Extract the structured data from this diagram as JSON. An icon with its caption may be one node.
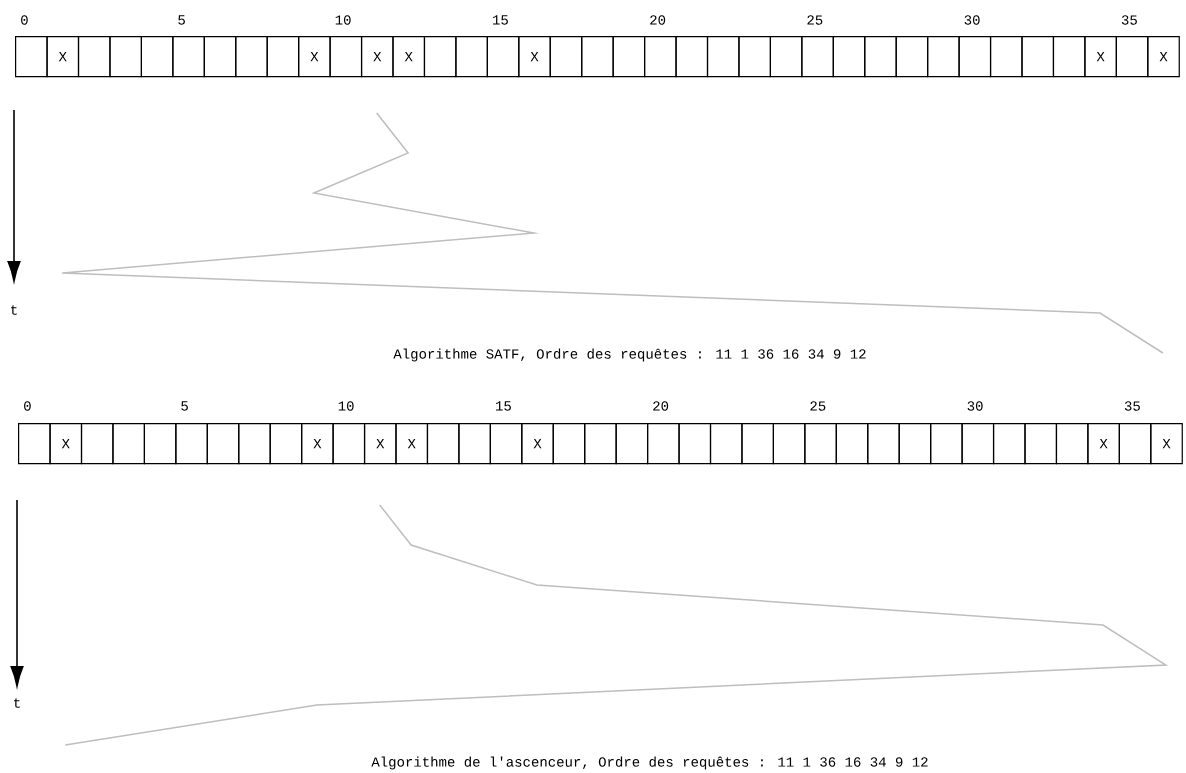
{
  "diagram": {
    "nodes": [
      {
        "text": [],
        "shape": "box"
      },
      {
        "text": [
          "X"
        ]
      },
      {
        "text": [],
        "shape": "box"
      },
      {
        "text": [],
        "shape": "box"
      },
      {
        "text": [],
        "shape": "box"
      },
      {
        "text": [],
        "shape": "box"
      },
      {
        "text": [],
        "shape": "box"
      },
      {
        "text": [],
        "shape": "box"
      },
      {
        "text": [],
        "shape": "box"
      },
      {
        "text": [
          "X"
        ]
      },
      {
        "text": [],
        "shape": "box"
      },
      {
        "text": [
          "X"
        ]
      },
      {
        "text": [
          "X"
        ]
      },
      {
        "text": [],
        "shape": "box"
      },
      {
        "text": [],
        "shape": "box"
      },
      {
        "text": [],
        "shape": "box"
      },
      {
        "text": [
          "X"
        ]
      },
      {
        "text": [],
        "shape": "box"
      },
      {
        "text": [],
        "shape": "box"
      },
      {
        "text": [],
        "shape": "box"
      },
      {
        "text": [],
        "shape": "box"
      },
      {
        "text": [],
        "shape": "box"
      },
      {
        "text": [],
        "shape": "box"
      },
      {
        "text": [],
        "shape": "box"
      },
      {
        "text": [],
        "shape": "box"
      },
      {
        "text": [],
        "shape": "box"
      },
      {
        "text": [],
        "shape": "box"
      },
      {
        "text": [],
        "shape": "box"
      },
      {
        "text": [],
        "shape": "box"
      },
      {
        "text": [],
        "shape": "box"
      },
      {
        "text": [],
        "shape": "box"
      },
      {
        "text": [],
        "shape": "box"
      },
      {
        "text": [],
        "shape": "box"
      },
      {
        "text": [],
        "shape": "box"
      },
      {
        "text": [
          "X"
        ]
      },
      {
        "text": [],
        "shape": "box"
      },
      {
        "text": [
          "X"
        ]
      },
      {
        "text": [],
        "shape": "box"
      },
      {
        "text": [
          "X"
        ]
      },
      {
        "text": [],
        "shape": "box"
      },
      {
        "text": [],
        "shape": "box"
      },
      {
        "text": [],
        "shape": "box"
      },
      {
        "text": [],
        "shape": "box"
      },
      {
        "text": [],
        "shape": "box"
      },
      {
        "text": [],
        "shape": "box"
      },
      {
        "text": [],
        "shape": "box"
      },
      {
        "text": [
          "X"
        ]
      },
      {
        "text": [],
        "shape": "box"
      },
      {
        "text": [
          "X"
        ]
      },
      {
        "text": [
          "X"
        ]
      },
      {
        "text": [],
        "shape": "box"
      },
      {
        "text": [],
        "shape": "box"
      },
      {
        "text": [],
        "shape": "box"
      },
      {
        "text": [
          "X"
        ]
      },
      {
        "text": [],
        "shape": "box"
      },
      {
        "text": [],
        "shape": "box"
      },
      {
        "text": [],
        "shape": "box"
      },
      {
        "text": [],
        "shape": "box"
      },
      {
        "text": [],
        "shape": "box"
      },
      {
        "text": [],
        "shape": "box"
      },
      {
        "text": [],
        "shape": "box"
      },
      {
        "text": [],
        "shape": "box"
      },
      {
        "text": [],
        "shape": "box"
      },
      {
        "text": [],
        "shape": "box"
      },
      {
        "text": [],
        "shape": "box"
      },
      {
        "text": [],
        "shape": "box"
      },
      {
        "text": [],
        "shape": "box"
      },
      {
        "text": [],
        "shape": "box"
      },
      {
        "text": [],
        "shape": "box"
      },
      {
        "text": [],
        "shape": "box"
      },
      {
        "text": [],
        "shape": "box"
      },
      {
        "text": [
          "X"
        ]
      },
      {
        "text": [],
        "shape": "box"
      },
      {
        "text": [
          "X"
        ]
      }
    ],
    "labels": [
      "0",
      "5",
      "10",
      "15",
      "20",
      "25",
      "30",
      "35",
      "t",
      "Algorithme SATF, Ordre des requêtes : 11 1 36 16 34 9 12",
      "0",
      "5",
      "10",
      "15",
      "20",
      "25",
      "30",
      "35",
      "t",
      "Algorithme de l'ascenceur, Ordre des requêtes : 11 1 36 16 34 9 12"
    ]
  }
}
